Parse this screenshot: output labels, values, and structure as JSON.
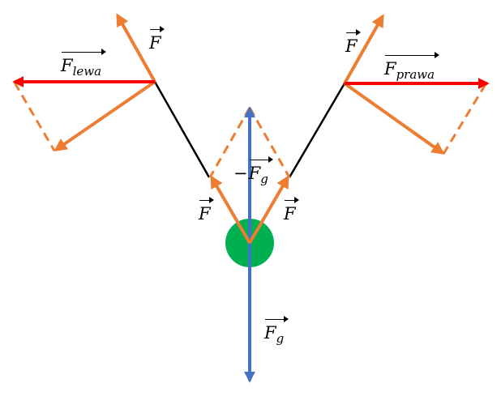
{
  "labels": {
    "f_top_left": "F",
    "f_left": "F",
    "f_top_right": "F",
    "f_right": "F",
    "f_lewa_main": "F",
    "f_lewa_sub": "lewa",
    "f_prawa_main": "F",
    "f_prawa_sub": "prawa",
    "minus_sign": "−",
    "neg_fg_main": "F",
    "neg_fg_sub": "g",
    "fg_main": "F",
    "fg_sub": "g"
  },
  "colors": {
    "orange": "#ED7D31",
    "red": "#FF0000",
    "blue": "#4472C4",
    "green": "#00B050",
    "black": "#000000"
  }
}
